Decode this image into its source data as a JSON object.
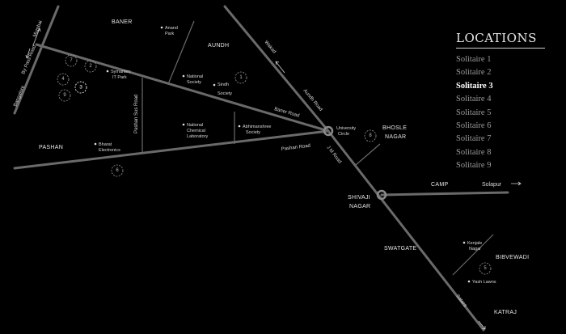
{
  "legend": {
    "title": "LOCATIONS",
    "active_index": 2,
    "items": [
      "Solitaire 1",
      "Solitaire 2",
      "Solitaire 3",
      "Solitaire 4",
      "Solitaire 5",
      "Solitaire 6",
      "Solitaire 7",
      "Solitaire 8",
      "Solitaire 9"
    ]
  },
  "areas": {
    "baner": "BANER",
    "aundh": "AUNDH",
    "pashan": "PASHAN",
    "bhosle": "BHOSLE",
    "nagar1": "NAGAR",
    "shivaji": "SHIVAJI",
    "nagar2": "NAGAR",
    "camp": "CAMP",
    "swatgate": "SWATGATE",
    "bibvewadi": "BIBVEWADI",
    "katraj": "KATRAJ"
  },
  "places": {
    "anand_1": "Anand",
    "anand_2": "Park",
    "symantec_1": "Symantec",
    "symantec_2": "IT Park",
    "national_1": "National",
    "national_2": "Society",
    "sindh_1": "Sindh",
    "sindh_2": "Society",
    "abhimanshree_1": "Abhimanshree",
    "abhimanshree_2": "Society",
    "ncl_1": "National",
    "ncl_2": "Chemical",
    "ncl_3": "Laboratory",
    "bharat_1": "Bharat",
    "bharat_2": "Electronics",
    "university_1": "University",
    "university_2": "Circle",
    "kenjale_1": "Kenjale",
    "kenjale_2": "Nagar",
    "yash": "Yash Lawns"
  },
  "roads": {
    "mumbai": "Mumbai",
    "bypass": "By Pass Road",
    "bangalore": "Bangalore",
    "pashan_sus": "Pashan Sus Road",
    "baner_road": "Baner Road",
    "pashan_road": "Pashan Road",
    "wakad": "Wakad",
    "aundh_road": "Aundh Road",
    "jm_road": "J M Road",
    "solapur": "Solapur",
    "satara": "Satara"
  },
  "markers": [
    "1",
    "2",
    "3",
    "4",
    "5",
    "6",
    "7",
    "8",
    "9"
  ],
  "colors": {
    "background": "#000000",
    "road": "#6a6a6a",
    "text": "#e6e6e6",
    "legend_inactive": "#9a9a9a",
    "legend_active": "#ffffff"
  }
}
